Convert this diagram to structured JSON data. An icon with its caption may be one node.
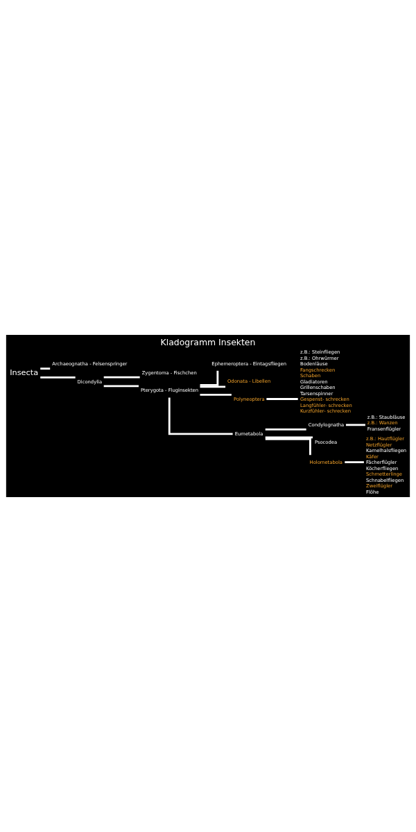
{
  "diagram": {
    "title": "Kladogramm Insekten",
    "nodes": [
      {
        "text": [
          "Insecta"
        ]
      },
      {
        "text": [
          "Archaeognatha - Felsenspringer"
        ]
      },
      {
        "text": [
          "Dicondylia"
        ]
      },
      {
        "text": [
          "Zygentoma - Fischchen"
        ]
      },
      {
        "text": [
          "Pterygota - Fluginsekten"
        ]
      },
      {
        "text": [
          "Ephemeroptera - Eintagsfliegen"
        ]
      },
      {
        "text": [
          "Odonata - Libellen"
        ]
      },
      {
        "text": [
          "Polyneoptera"
        ]
      },
      {
        "text": [
          "z.B.: Steinfliegen",
          "z.B.: Ohrwürmer",
          "Bodenläuse",
          "Fangschrecken",
          "Schaben",
          "Gladiatoren",
          "Grillenschaben",
          "Tarsenspinner",
          "Gespenst- schrecken",
          "Langfühler- schrecken",
          "Kurzfühler- schrecken"
        ]
      },
      {
        "text": [
          "Eumetabola"
        ]
      },
      {
        "text": [
          "Condylognatha"
        ]
      },
      {
        "text": [
          "z.B.: Staubläuse",
          "z.B.: Wanzen",
          "Fransenflügler"
        ]
      },
      {
        "text": [
          "Psocodea"
        ]
      },
      {
        "text": [
          "Holometabola"
        ]
      },
      {
        "text": [
          "z.B.: Hautflügler",
          "Netzflügler",
          "Kamelhalsfliegen",
          "Käfer",
          "Fächerflügler",
          "Köcherfliegen",
          "Schmetterlinge",
          "Schnabelfliegen",
          "Zweiflügler",
          "Flöhe"
        ]
      }
    ],
    "edges": [
      {
        "from": 0,
        "to": 1,
        "arrow": "none"
      },
      {
        "from": 0,
        "to": 2,
        "arrow": "none"
      },
      {
        "from": 2,
        "to": 3,
        "arrow": "none"
      },
      {
        "from": 2,
        "to": 4,
        "arrow": "none"
      },
      {
        "from": 4,
        "to": 5,
        "arrow": "none"
      },
      {
        "from": 4,
        "to": 6,
        "arrow": "none"
      },
      {
        "from": 4,
        "to": 7,
        "arrow": "none"
      },
      {
        "from": 4,
        "to": 9,
        "arrow": "none"
      },
      {
        "from": 7,
        "to": 8,
        "arrow": "none"
      },
      {
        "from": 9,
        "to": 10,
        "arrow": "none"
      },
      {
        "from": 9,
        "to": 12,
        "arrow": "none"
      },
      {
        "from": 9,
        "to": 13,
        "arrow": "none"
      },
      {
        "from": 10,
        "to": 11,
        "arrow": "none"
      },
      {
        "from": 13,
        "to": 14,
        "arrow": "none"
      }
    ]
  }
}
